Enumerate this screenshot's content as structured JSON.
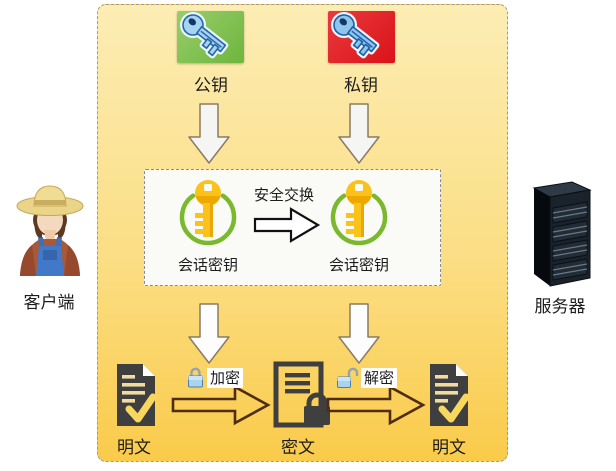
{
  "actors": {
    "client": "客户端",
    "server": "服务器"
  },
  "keys": {
    "public": {
      "label": "公钥"
    },
    "private": {
      "label": "私钥"
    }
  },
  "session": {
    "left_label": "会话密钥",
    "right_label": "会话密钥",
    "exchange_label": "安全交换"
  },
  "flow": {
    "encrypt_label": "加密",
    "decrypt_label": "解密",
    "plaintext_left": "明文",
    "ciphertext": "密文",
    "plaintext_right": "明文"
  },
  "icons": {
    "public_key": "green-key-icon",
    "private_key": "red-key-icon",
    "session_key": "yellow-key-in-green-ring-icon",
    "encrypt_lock": "closed-blue-padlock-icon",
    "decrypt_lock": "open-blue-padlock-icon",
    "plaintext_doc": "document-with-checkmark-icon",
    "ciphertext_doc": "document-with-padlock-icon",
    "client": "farmer-person-icon",
    "server": "server-tower-icon"
  },
  "colors": {
    "panel_top": "#FCEDB4",
    "panel_bottom": "#FACB4A",
    "public_key_bg": "#7FC24F",
    "private_key_bg": "#E01B20",
    "session_ring": "#7AB82E",
    "session_key": "#FBC21A",
    "document_dark": "#3F3F3F",
    "flow_arrow_outline": "#4F2D12"
  }
}
